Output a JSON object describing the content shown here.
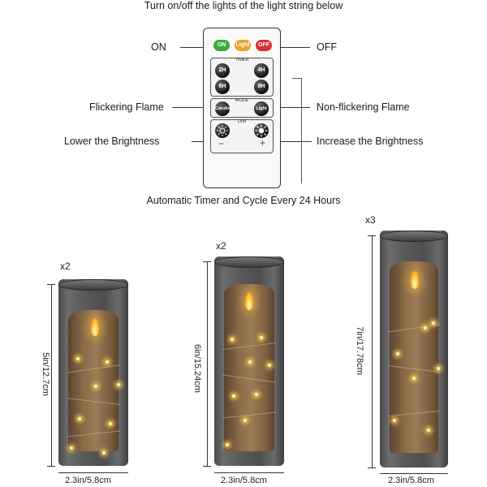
{
  "header": {
    "title": "Turn on/off the lights of the light string below"
  },
  "remote_labels": {
    "on": "ON",
    "off": "OFF",
    "flicker": "Flickering Flame",
    "non_flicker": "Non-flickering Flame",
    "lower": "Lower the Brightness",
    "increase": "Increase the Brightness"
  },
  "remote": {
    "btn_on": "ON",
    "btn_light": "Light",
    "btn_off": "OFF",
    "timer_label": "TIMER",
    "t2": "2H",
    "t4": "4H",
    "t6": "6H",
    "t8": "8H",
    "mode_label": "MODE",
    "mode_candle": "Candle",
    "mode_light": "Light",
    "dim_label": "DIM",
    "minus": "−",
    "plus": "+",
    "colors": {
      "on": "#3aa83a",
      "light": "#e8a32a",
      "off": "#d83030"
    }
  },
  "footer_caption": "Automatic Timer and Cycle Every 24 Hours",
  "candles": [
    {
      "qty": "x2",
      "height": "5in/12.7cm",
      "width": "2.3in/5.8cm"
    },
    {
      "qty": "x2",
      "height": "6in/15.24cm",
      "width": "2.3in/5.8cm"
    },
    {
      "qty": "x3",
      "height": "7in/17.78cm",
      "width": "2.3in/5.8cm"
    }
  ]
}
